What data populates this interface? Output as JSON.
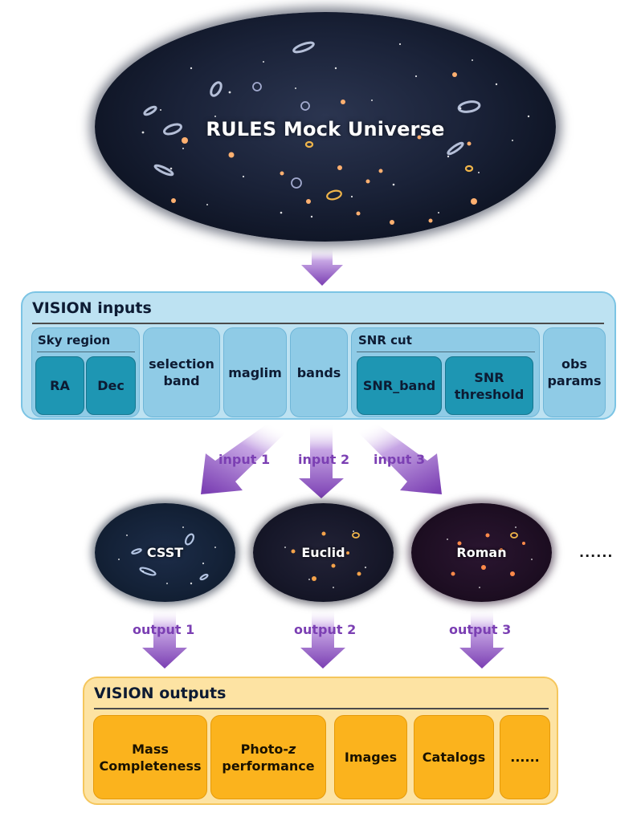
{
  "universe": {
    "title": "RULES Mock Universe"
  },
  "inputs": {
    "title": "VISION inputs",
    "sky_region": {
      "title": "Sky region",
      "ra": "RA",
      "dec": "Dec"
    },
    "selection_band": "selection band",
    "maglim": "maglim",
    "bands": "bands",
    "snr_cut": {
      "title": "SNR cut",
      "snr_band": "SNR_band",
      "snr_threshold": "SNR threshold"
    },
    "obs_params": "obs params"
  },
  "arrows": {
    "input_1": "input 1",
    "input_2": "input 2",
    "input_3": "input 3",
    "output_1": "output 1",
    "output_2": "output 2",
    "output_3": "output 3"
  },
  "telescopes": {
    "csst": "CSST",
    "euclid": "Euclid",
    "roman": "Roman",
    "more": "......"
  },
  "outputs": {
    "title": "VISION outputs",
    "mass_completeness": "Mass Completeness",
    "photoz_prefix": "Photo-",
    "photoz_z": "z",
    "photoz_suffix": "performance",
    "images": "Images",
    "catalogs": "Catalogs",
    "more": "......"
  },
  "colors": {
    "arrow_purple": "#7b3fb3",
    "input_panel": "#bde2f2",
    "input_box": "#8fcbe6",
    "input_teal": "#1e96b3",
    "output_panel": "#fde3a3",
    "output_box": "#fbb31d"
  }
}
